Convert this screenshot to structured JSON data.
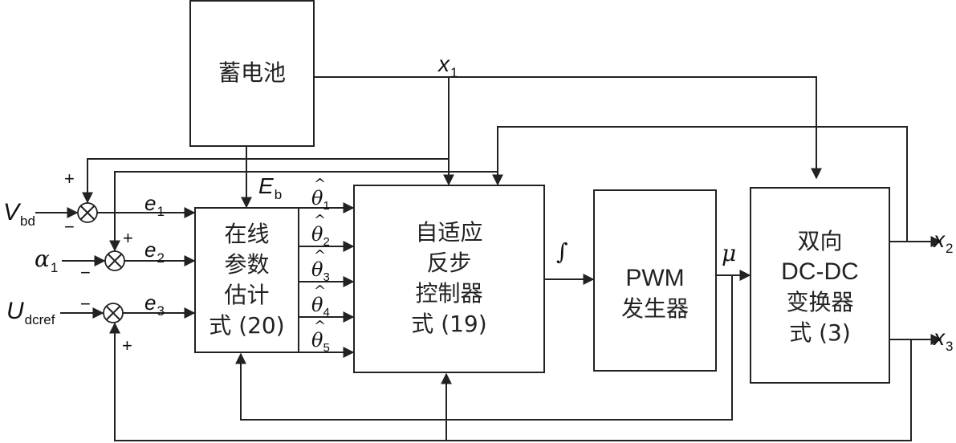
{
  "diagram": {
    "type": "control-block-diagram",
    "blocks": {
      "battery": {
        "label": "蓄电池"
      },
      "estimator": {
        "lines": [
          "在线",
          "参数",
          "估计",
          "式 (20)"
        ]
      },
      "controller": {
        "lines": [
          "自适应",
          "反步",
          "控制器",
          "式 (19)"
        ]
      },
      "pwm": {
        "lines": [
          "PWM",
          "发生器"
        ]
      },
      "converter": {
        "lines": [
          "双向",
          "DC-DC",
          "变换器",
          "式 (3)"
        ]
      }
    },
    "inputs": {
      "vbd": {
        "main": "V",
        "sub": "bd"
      },
      "alpha1": {
        "main": "α",
        "sub": "1"
      },
      "udcref": {
        "main": "U",
        "sub": "dcref"
      }
    },
    "errors": {
      "e1": {
        "main": "e",
        "sub": "1"
      },
      "e2": {
        "main": "e",
        "sub": "2"
      },
      "e3": {
        "main": "e",
        "sub": "3"
      }
    },
    "signals": {
      "eb": {
        "main": "E",
        "sub": "b"
      },
      "x1": {
        "main": "x",
        "sub": "1"
      },
      "x2": {
        "main": "x",
        "sub": "2"
      },
      "x3": {
        "main": "x",
        "sub": "3"
      },
      "mu": "μ",
      "integral": "∫"
    },
    "thetas": [
      {
        "main": "θ",
        "hat": "^",
        "sub": "1"
      },
      {
        "main": "θ",
        "hat": "^",
        "sub": "2"
      },
      {
        "main": "θ",
        "hat": "^",
        "sub": "3"
      },
      {
        "main": "θ",
        "hat": "^",
        "sub": "4"
      },
      {
        "main": "θ",
        "hat": "^",
        "sub": "5"
      }
    ],
    "sum_signs": {
      "s1_top": "+",
      "s1_left": "−",
      "s2_top": "+",
      "s2_left": "−",
      "s3_left": "−",
      "s3_bottom": "+"
    }
  }
}
